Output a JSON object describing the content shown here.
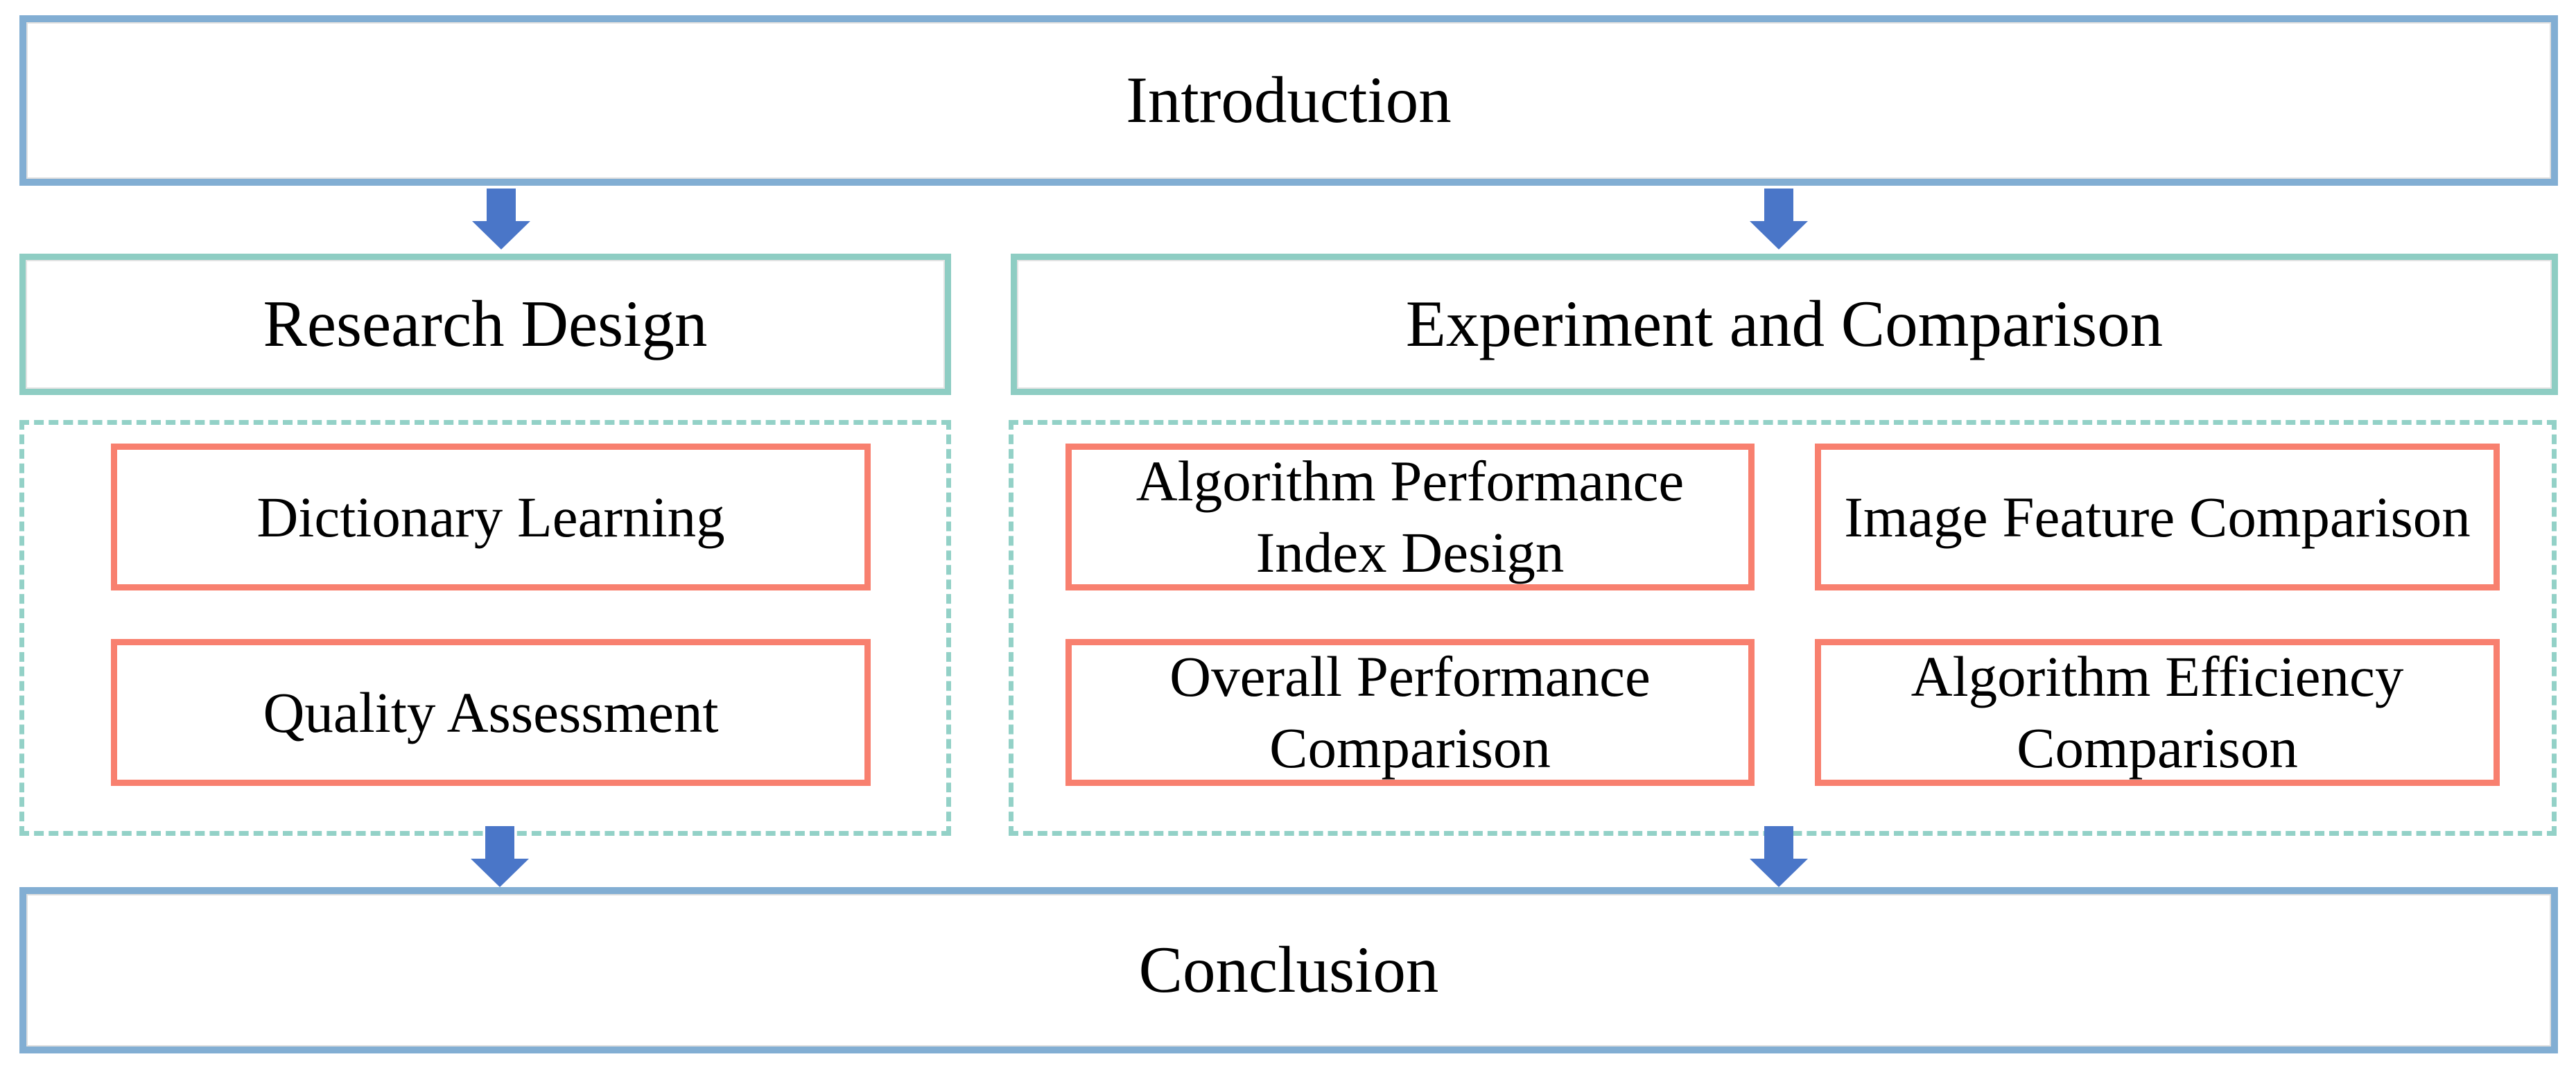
{
  "colors": {
    "blue-border": "#82aed3",
    "teal-border": "#8ecdc3",
    "teal-dash": "#93d1c7",
    "red-border": "#f8806f",
    "arrow-blue": "#4a76c8",
    "text": "#000000",
    "background": "#ffffff"
  },
  "nodes": {
    "introduction": "Introduction",
    "research_design": "Research Design",
    "experiment_comparison": "Experiment and Comparison",
    "conclusion": "Conclusion"
  },
  "research_items": [
    {
      "label": "Dictionary Learning"
    },
    {
      "label": "Quality Assessment"
    }
  ],
  "experiment_items": [
    {
      "label": "Algorithm Performance Index Design"
    },
    {
      "label": "Image Feature Comparison"
    },
    {
      "label": "Overall Performance Comparison"
    },
    {
      "label": "Algorithm Efficiency Comparison"
    }
  ]
}
